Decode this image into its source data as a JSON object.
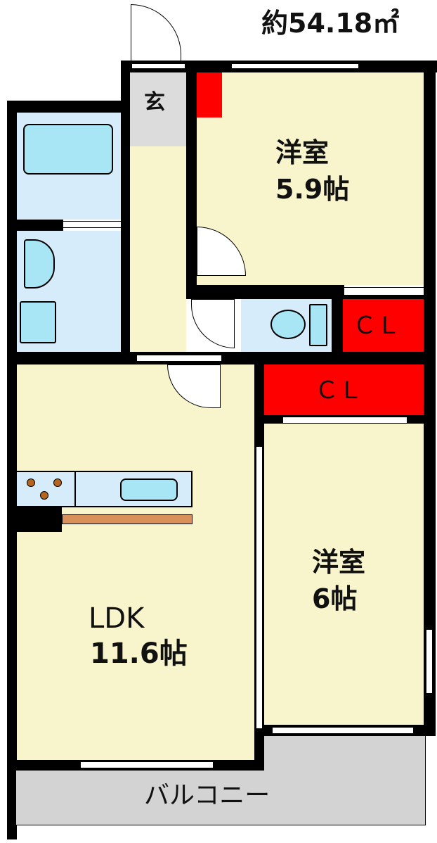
{
  "area": "約54.18㎡",
  "rooms": {
    "entrance": "玄",
    "western1": {
      "name": "洋室",
      "size": "5.9帖"
    },
    "closet1": "ＣＬ",
    "closet2": "ＣＬ",
    "western2": {
      "name": "洋室",
      "size": "6帖"
    },
    "ldk": {
      "name": "LDK",
      "size": "11.6帖"
    },
    "balcony": "バルコニー"
  },
  "colors": {
    "room": "#f8f4cc",
    "wet": "#d7ecfb",
    "closet": "#ff0000",
    "balcony": "#d3d3d3",
    "wall": "#000000"
  }
}
